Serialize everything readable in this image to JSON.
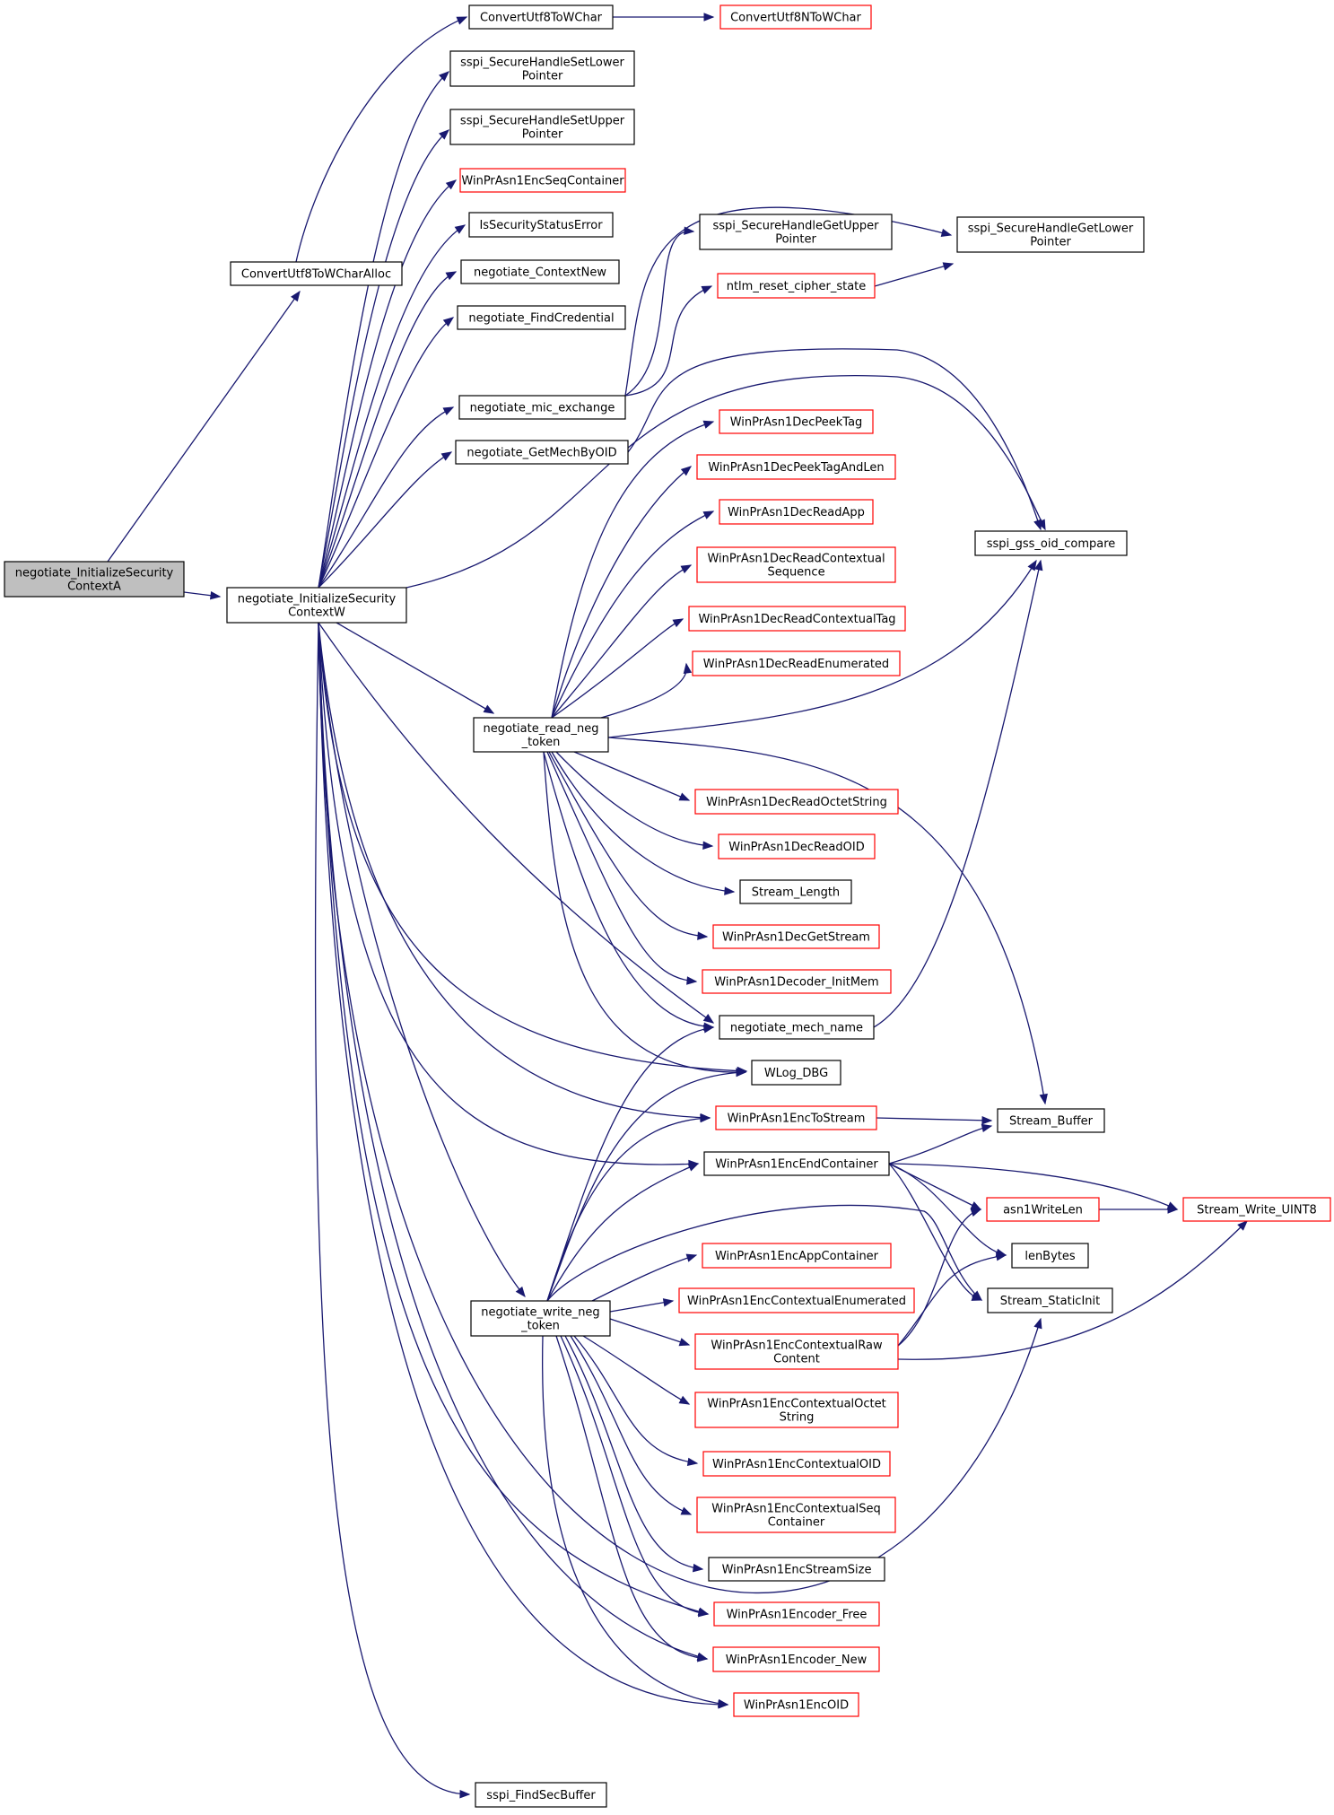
{
  "graph": {
    "type": "call-graph",
    "colors": {
      "edge": "#191970",
      "root_fill": "#bfbfbf",
      "node_fill": "#ffffff",
      "node_border": "#000000",
      "truncated_border": "#ff0000"
    },
    "nodes": [
      {
        "id": "root",
        "lines": [
          "negotiate_InitializeSecurity",
          "ContextA"
        ],
        "style": "root"
      },
      {
        "id": "initW",
        "lines": [
          "negotiate_InitializeSecurity",
          "ContextW"
        ],
        "style": "normal"
      },
      {
        "id": "u8alloc",
        "lines": [
          "ConvertUtf8ToWCharAlloc"
        ],
        "style": "normal"
      },
      {
        "id": "u8",
        "lines": [
          "ConvertUtf8ToWChar"
        ],
        "style": "normal"
      },
      {
        "id": "u8n",
        "lines": [
          "ConvertUtf8NToWChar"
        ],
        "style": "truncated"
      },
      {
        "id": "setLower",
        "lines": [
          "sspi_SecureHandleSetLower",
          "Pointer"
        ],
        "style": "normal"
      },
      {
        "id": "setUpper",
        "lines": [
          "sspi_SecureHandleSetUpper",
          "Pointer"
        ],
        "style": "normal"
      },
      {
        "id": "encSeqC",
        "lines": [
          "WinPrAsn1EncSeqContainer"
        ],
        "style": "truncated"
      },
      {
        "id": "isErr",
        "lines": [
          "IsSecurityStatusError"
        ],
        "style": "normal"
      },
      {
        "id": "ctxNew",
        "lines": [
          "negotiate_ContextNew"
        ],
        "style": "normal"
      },
      {
        "id": "findCred",
        "lines": [
          "negotiate_FindCredential"
        ],
        "style": "normal"
      },
      {
        "id": "getUpper",
        "lines": [
          "sspi_SecureHandleGetUpper",
          "Pointer"
        ],
        "style": "normal"
      },
      {
        "id": "getLower",
        "lines": [
          "sspi_SecureHandleGetLower",
          "Pointer"
        ],
        "style": "normal"
      },
      {
        "id": "ntlmReset",
        "lines": [
          "ntlm_reset_cipher_state"
        ],
        "style": "truncated"
      },
      {
        "id": "mic",
        "lines": [
          "negotiate_mic_exchange"
        ],
        "style": "normal"
      },
      {
        "id": "mechOid",
        "lines": [
          "negotiate_GetMechByOID"
        ],
        "style": "normal"
      },
      {
        "id": "peekTag",
        "lines": [
          "WinPrAsn1DecPeekTag"
        ],
        "style": "truncated"
      },
      {
        "id": "peekTagLen",
        "lines": [
          "WinPrAsn1DecPeekTagAndLen"
        ],
        "style": "truncated"
      },
      {
        "id": "readApp",
        "lines": [
          "WinPrAsn1DecReadApp"
        ],
        "style": "truncated"
      },
      {
        "id": "gssCmp",
        "lines": [
          "sspi_gss_oid_compare"
        ],
        "style": "normal"
      },
      {
        "id": "readCtxSeq",
        "lines": [
          "WinPrAsn1DecReadContextual",
          "Sequence"
        ],
        "style": "truncated"
      },
      {
        "id": "readCtxTag",
        "lines": [
          "WinPrAsn1DecReadContextualTag"
        ],
        "style": "truncated"
      },
      {
        "id": "readEnum",
        "lines": [
          "WinPrAsn1DecReadEnumerated"
        ],
        "style": "truncated"
      },
      {
        "id": "readNeg",
        "lines": [
          "negotiate_read_neg",
          "_token"
        ],
        "style": "normal"
      },
      {
        "id": "readOctet",
        "lines": [
          "WinPrAsn1DecReadOctetString"
        ],
        "style": "truncated"
      },
      {
        "id": "readOID",
        "lines": [
          "WinPrAsn1DecReadOID"
        ],
        "style": "truncated"
      },
      {
        "id": "streamLen",
        "lines": [
          "Stream_Length"
        ],
        "style": "normal"
      },
      {
        "id": "decGetStream",
        "lines": [
          "WinPrAsn1DecGetStream"
        ],
        "style": "truncated"
      },
      {
        "id": "decInitMem",
        "lines": [
          "WinPrAsn1Decoder_InitMem"
        ],
        "style": "truncated"
      },
      {
        "id": "mechName",
        "lines": [
          "negotiate_mech_name"
        ],
        "style": "normal"
      },
      {
        "id": "wlog",
        "lines": [
          "WLog_DBG"
        ],
        "style": "normal"
      },
      {
        "id": "encToStream",
        "lines": [
          "WinPrAsn1EncToStream"
        ],
        "style": "truncated"
      },
      {
        "id": "streamBuf",
        "lines": [
          "Stream_Buffer"
        ],
        "style": "normal"
      },
      {
        "id": "encEndC",
        "lines": [
          "WinPrAsn1EncEndContainer"
        ],
        "style": "normal"
      },
      {
        "id": "asn1WriteLen",
        "lines": [
          "asn1WriteLen"
        ],
        "style": "truncated"
      },
      {
        "id": "writeU8",
        "lines": [
          "Stream_Write_UINT8"
        ],
        "style": "truncated"
      },
      {
        "id": "lenBytes",
        "lines": [
          "lenBytes"
        ],
        "style": "normal"
      },
      {
        "id": "encAppC",
        "lines": [
          "WinPrAsn1EncAppContainer"
        ],
        "style": "truncated"
      },
      {
        "id": "encCtxEnum",
        "lines": [
          "WinPrAsn1EncContextualEnumerated"
        ],
        "style": "truncated"
      },
      {
        "id": "staticInit",
        "lines": [
          "Stream_StaticInit"
        ],
        "style": "normal"
      },
      {
        "id": "writeNeg",
        "lines": [
          "negotiate_write_neg",
          "_token"
        ],
        "style": "normal"
      },
      {
        "id": "encCtxRaw",
        "lines": [
          "WinPrAsn1EncContextualRaw",
          "Content"
        ],
        "style": "truncated"
      },
      {
        "id": "encCtxOctet",
        "lines": [
          "WinPrAsn1EncContextualOctet",
          "String"
        ],
        "style": "truncated"
      },
      {
        "id": "encCtxOID",
        "lines": [
          "WinPrAsn1EncContextualOID"
        ],
        "style": "truncated"
      },
      {
        "id": "encCtxSeqC",
        "lines": [
          "WinPrAsn1EncContextualSeq",
          "Container"
        ],
        "style": "truncated"
      },
      {
        "id": "encStreamSize",
        "lines": [
          "WinPrAsn1EncStreamSize"
        ],
        "style": "normal"
      },
      {
        "id": "encFree",
        "lines": [
          "WinPrAsn1Encoder_Free"
        ],
        "style": "truncated"
      },
      {
        "id": "encNew",
        "lines": [
          "WinPrAsn1Encoder_New"
        ],
        "style": "truncated"
      },
      {
        "id": "encOID",
        "lines": [
          "WinPrAsn1EncOID"
        ],
        "style": "truncated"
      },
      {
        "id": "findSecBuf",
        "lines": [
          "sspi_FindSecBuffer"
        ],
        "style": "normal"
      }
    ],
    "edges": [
      [
        "root",
        "initW"
      ],
      [
        "root",
        "u8alloc"
      ],
      [
        "u8alloc",
        "u8"
      ],
      [
        "u8",
        "u8n"
      ],
      [
        "initW",
        "setLower"
      ],
      [
        "initW",
        "setUpper"
      ],
      [
        "initW",
        "encSeqC"
      ],
      [
        "initW",
        "isErr"
      ],
      [
        "initW",
        "ctxNew"
      ],
      [
        "initW",
        "findCred"
      ],
      [
        "initW",
        "mic"
      ],
      [
        "initW",
        "mechOid"
      ],
      [
        "initW",
        "gssCmp"
      ],
      [
        "initW",
        "readNeg"
      ],
      [
        "initW",
        "mechName"
      ],
      [
        "initW",
        "wlog"
      ],
      [
        "initW",
        "encToStream"
      ],
      [
        "initW",
        "encEndC"
      ],
      [
        "initW",
        "writeNeg"
      ],
      [
        "initW",
        "encFree"
      ],
      [
        "initW",
        "encNew"
      ],
      [
        "initW",
        "encOID"
      ],
      [
        "initW",
        "staticInit"
      ],
      [
        "initW",
        "findSecBuf"
      ],
      [
        "mic",
        "getLower"
      ],
      [
        "mic",
        "getUpper"
      ],
      [
        "mic",
        "ntlmReset"
      ],
      [
        "ntlmReset",
        "getLower"
      ],
      [
        "mechOid",
        "gssCmp"
      ],
      [
        "readNeg",
        "peekTag"
      ],
      [
        "readNeg",
        "peekTagLen"
      ],
      [
        "readNeg",
        "readApp"
      ],
      [
        "readNeg",
        "readCtxSeq"
      ],
      [
        "readNeg",
        "readCtxTag"
      ],
      [
        "readNeg",
        "readEnum"
      ],
      [
        "readNeg",
        "gssCmp"
      ],
      [
        "readNeg",
        "streamBuf"
      ],
      [
        "readNeg",
        "readOctet"
      ],
      [
        "readNeg",
        "readOID"
      ],
      [
        "readNeg",
        "streamLen"
      ],
      [
        "readNeg",
        "decGetStream"
      ],
      [
        "readNeg",
        "decInitMem"
      ],
      [
        "readNeg",
        "mechName"
      ],
      [
        "readNeg",
        "wlog"
      ],
      [
        "mechName",
        "gssCmp"
      ],
      [
        "encToStream",
        "streamBuf"
      ],
      [
        "encEndC",
        "streamBuf"
      ],
      [
        "encEndC",
        "asn1WriteLen"
      ],
      [
        "encEndC",
        "writeU8"
      ],
      [
        "encEndC",
        "lenBytes"
      ],
      [
        "encEndC",
        "staticInit"
      ],
      [
        "asn1WriteLen",
        "writeU8"
      ],
      [
        "writeNeg",
        "mechName"
      ],
      [
        "writeNeg",
        "wlog"
      ],
      [
        "writeNeg",
        "encToStream"
      ],
      [
        "writeNeg",
        "encEndC"
      ],
      [
        "writeNeg",
        "staticInit"
      ],
      [
        "writeNeg",
        "encAppC"
      ],
      [
        "writeNeg",
        "encCtxEnum"
      ],
      [
        "writeNeg",
        "encCtxRaw"
      ],
      [
        "writeNeg",
        "encCtxOctet"
      ],
      [
        "writeNeg",
        "encCtxOID"
      ],
      [
        "writeNeg",
        "encCtxSeqC"
      ],
      [
        "writeNeg",
        "encStreamSize"
      ],
      [
        "writeNeg",
        "encFree"
      ],
      [
        "writeNeg",
        "encNew"
      ],
      [
        "writeNeg",
        "encOID"
      ],
      [
        "encCtxRaw",
        "asn1WriteLen"
      ],
      [
        "encCtxRaw",
        "lenBytes"
      ],
      [
        "encCtxRaw",
        "writeU8"
      ]
    ]
  }
}
